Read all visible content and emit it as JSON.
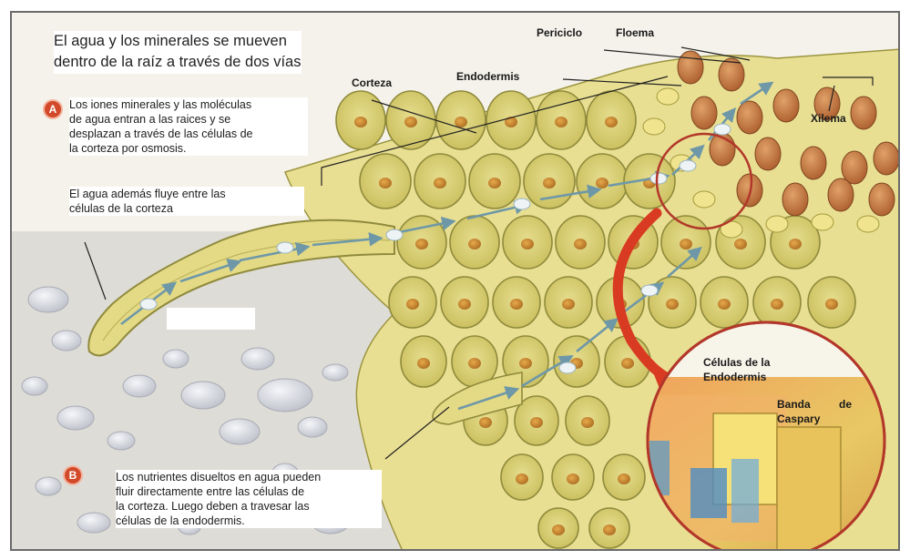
{
  "title": {
    "line1": "El agua y los minerales se mueven",
    "line2": "dentro de la raíz a través de dos vías"
  },
  "path_a": {
    "badge": "A",
    "line1": "Los iones minerales y las moléculas",
    "line2": "de agua  entran a las raices y se",
    "line3": "desplazan  a través de las células de",
    "line4": "la corteza por osmosis.",
    "extra_line1": "El agua además fluye entre las",
    "extra_line2": "células de la corteza"
  },
  "path_b": {
    "badge": "B",
    "line1": "Los nutrientes disueltos en agua pueden",
    "line2": "fluir directamente  entre  las células de",
    "line3": "la corteza. Luego deben a travesar las",
    "line4": "células de la endodermis."
  },
  "labels": {
    "periciclo": "Periciclo",
    "floema": "Floema",
    "endodermis": "Endodermis",
    "corteza": "Corteza",
    "xilema": "Xilema",
    "celulas_endodermis_1": "Células de la",
    "celulas_endodermis_2": "Endodermis",
    "banda_1": "Banda",
    "banda_2": "de",
    "banda_3": "Caspary"
  },
  "colors": {
    "cell_fill": "#d9cf74",
    "cell_border": "#8f8a3c",
    "nucleus": "#c98a2e",
    "xylem": "#c77a3a",
    "arrow_blue": "#6e98a8",
    "arrow_red": "#d83a22",
    "soil_stone": "#dcdde2"
  }
}
